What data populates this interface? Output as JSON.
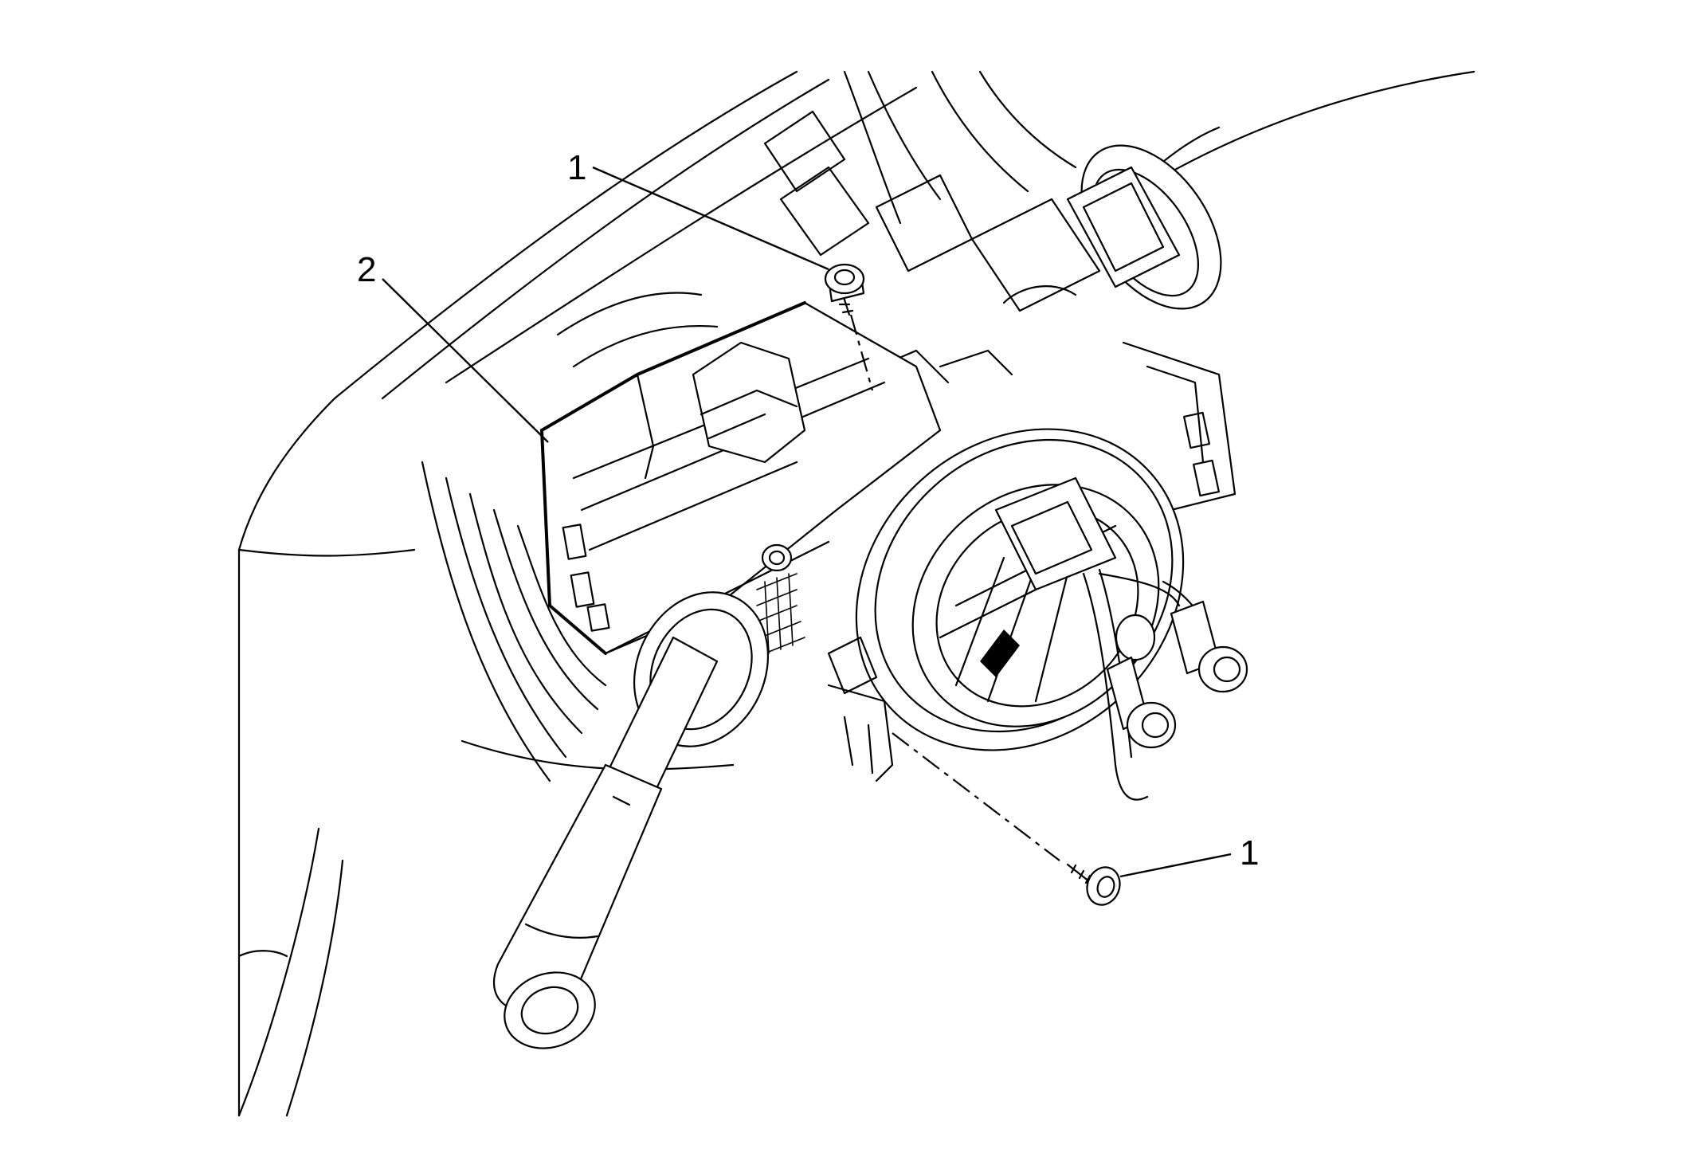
{
  "callouts": [
    {
      "id": "bolt-top",
      "label": "1"
    },
    {
      "id": "switch",
      "label": "2"
    },
    {
      "id": "bolt-bottom",
      "label": "1"
    }
  ]
}
